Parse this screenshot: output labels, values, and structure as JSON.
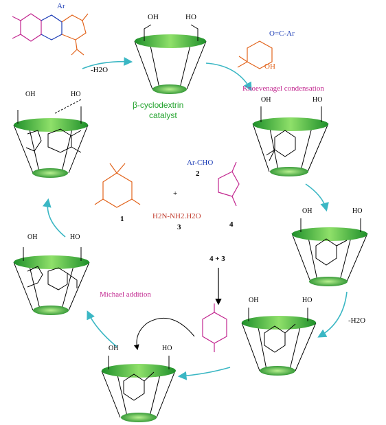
{
  "catalyst": {
    "name": "β-cyclodextrin",
    "role": "catalyst"
  },
  "steps": {
    "knoevenagel": "Knoevenagel condensation",
    "michael": "Michael addition"
  },
  "reagents": {
    "aldehyde": "Ar-CHO",
    "aldehyde_no": "2",
    "dimedone_no": "1",
    "hydrazine": "H2N-NH2.H2O",
    "hydrazine_no": "3",
    "anhydride_no": "4",
    "plus": "+"
  },
  "labels": {
    "oh": "OH",
    "ho": "HO",
    "ar": "Ar",
    "water_loss": "-H2O",
    "aldehyde_formula": "O=C-Ar",
    "reagent_sum": "4 + 3"
  },
  "colors": {
    "cycle_arrow": "#3bb7c4",
    "catalyst_text": "#22a32d",
    "step_text": "#c2268f",
    "aldehyde": "#1a3bb5",
    "dimedone": "#e2641c",
    "hydrazine": "#c0392b",
    "cd_ring": "#1e8f2a"
  }
}
